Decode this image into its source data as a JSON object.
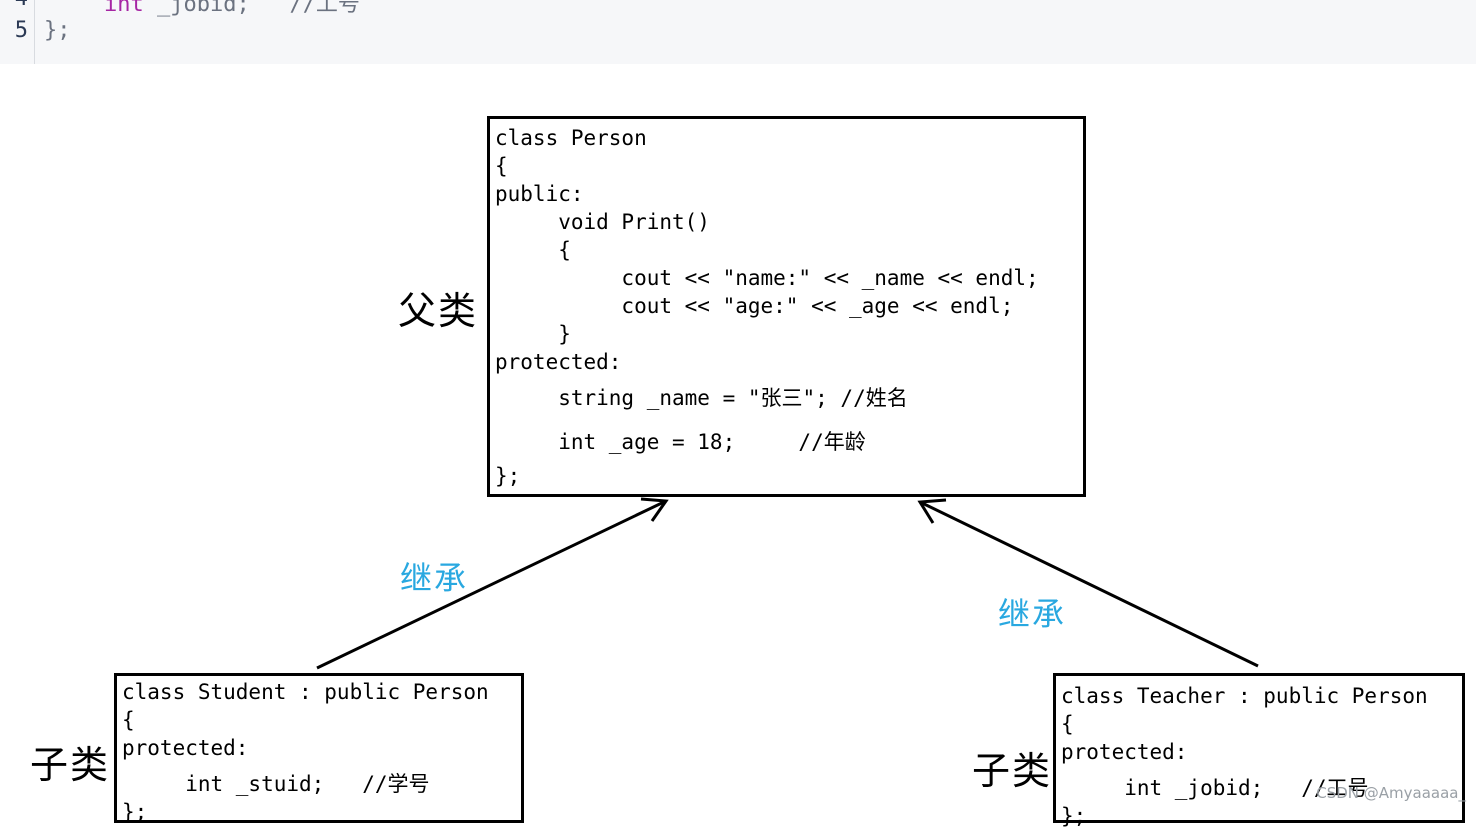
{
  "code_strip": {
    "line_numbers": [
      "4",
      "5"
    ],
    "line1_keyword": "int",
    "line1_rest": " _jobid;   //工号",
    "line2": "};"
  },
  "parent": {
    "side_label": "父类",
    "lines": [
      "class Person",
      "{",
      "public:",
      "     void Print()",
      "     {",
      "          cout << \"name:\" << _name << endl;",
      "          cout << \"age:\" << _age << endl;",
      "     }",
      "protected:",
      "     string _name = \"张三\"; //姓名",
      "     int _age = 18;     //年龄",
      "};"
    ]
  },
  "student": {
    "side_label": "子类",
    "lines": [
      "class Student : public Person",
      "{",
      "protected:",
      "     int _stuid;   //学号",
      "};"
    ]
  },
  "teacher": {
    "side_label": "子类",
    "lines": [
      "class Teacher : public Person",
      "{",
      "protected:",
      "     int _jobid;   //工号",
      "};"
    ]
  },
  "edges": {
    "left_label": "继承",
    "right_label": "继承"
  },
  "watermark": "CSDN @Amyaaaaa_",
  "colors": {
    "inherit_label": "#29a8e0",
    "box_border": "#000000",
    "strip_background": "#f6f7f9"
  }
}
